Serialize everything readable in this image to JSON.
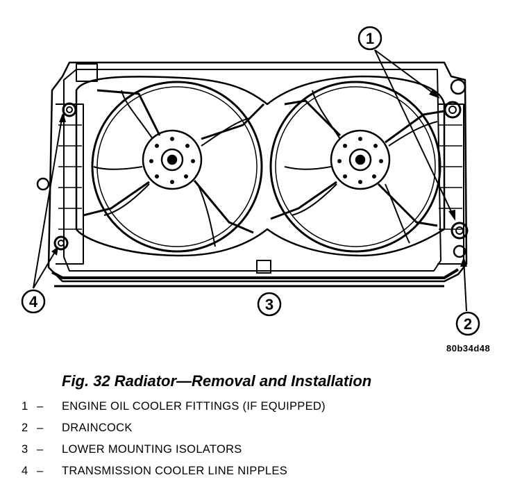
{
  "figure": {
    "callouts": [
      "1",
      "2",
      "3",
      "4"
    ],
    "code": "80b34d48"
  },
  "caption": "Fig. 32 Radiator—Removal and Installation",
  "legend": [
    {
      "number": "1",
      "separator": "–",
      "text": "ENGINE OIL COOLER FITTINGS (IF EQUIPPED)"
    },
    {
      "number": "2",
      "separator": "–",
      "text": "DRAINCOCK"
    },
    {
      "number": "3",
      "separator": "–",
      "text": "LOWER MOUNTING ISOLATORS"
    },
    {
      "number": "4",
      "separator": "–",
      "text": "TRANSMISSION COOLER LINE NIPPLES"
    }
  ]
}
